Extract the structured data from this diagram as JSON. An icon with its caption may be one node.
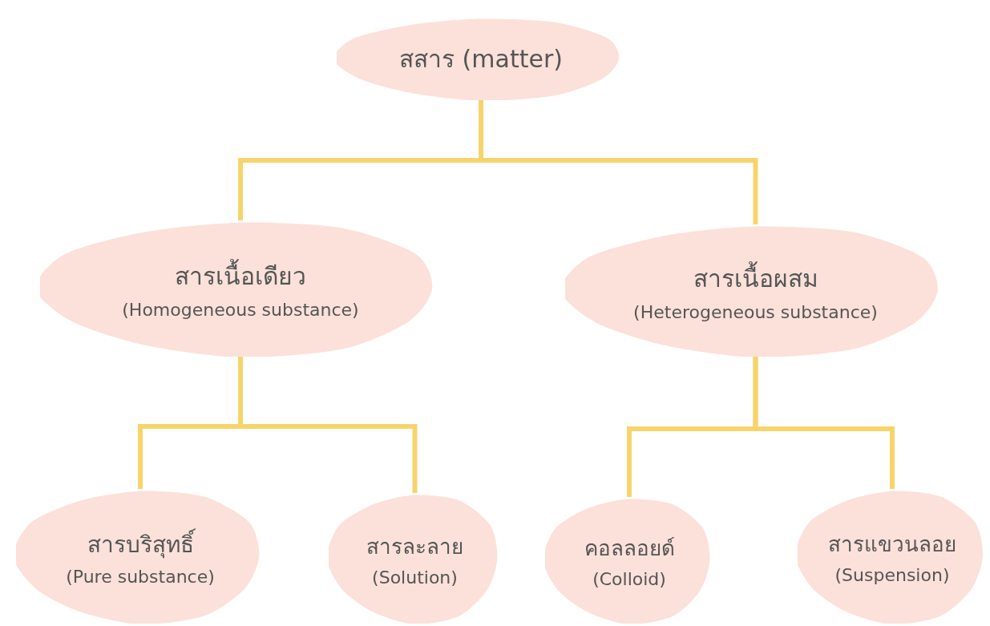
{
  "diagram": {
    "nodes": [
      {
        "text": [
          "สสาร (matter)"
        ]
      },
      {
        "text": [
          "สารเนื้อเดียว",
          "(Homogeneous substance)"
        ]
      },
      {
        "text": [
          "สารเนื้อผสม",
          "(Heterogeneous substance)"
        ]
      },
      {
        "text": [
          "สารบริสุทธิ์",
          "(Pure substance)"
        ]
      },
      {
        "text": [
          "สารละลาย",
          "(Solution)"
        ]
      },
      {
        "text": [
          "คอลลอยด์",
          "(Colloid)"
        ]
      },
      {
        "text": [
          "สารแขวนลอย",
          "(Suspension)"
        ]
      }
    ],
    "edges": [
      {
        "from": 0,
        "to": 1,
        "arrow": "none"
      },
      {
        "from": 0,
        "to": 2,
        "arrow": "none"
      },
      {
        "from": 1,
        "to": 3,
        "arrow": "none"
      },
      {
        "from": 1,
        "to": 4,
        "arrow": "none"
      },
      {
        "from": 2,
        "to": 5,
        "arrow": "none"
      },
      {
        "from": 2,
        "to": 6,
        "arrow": "none"
      }
    ]
  }
}
